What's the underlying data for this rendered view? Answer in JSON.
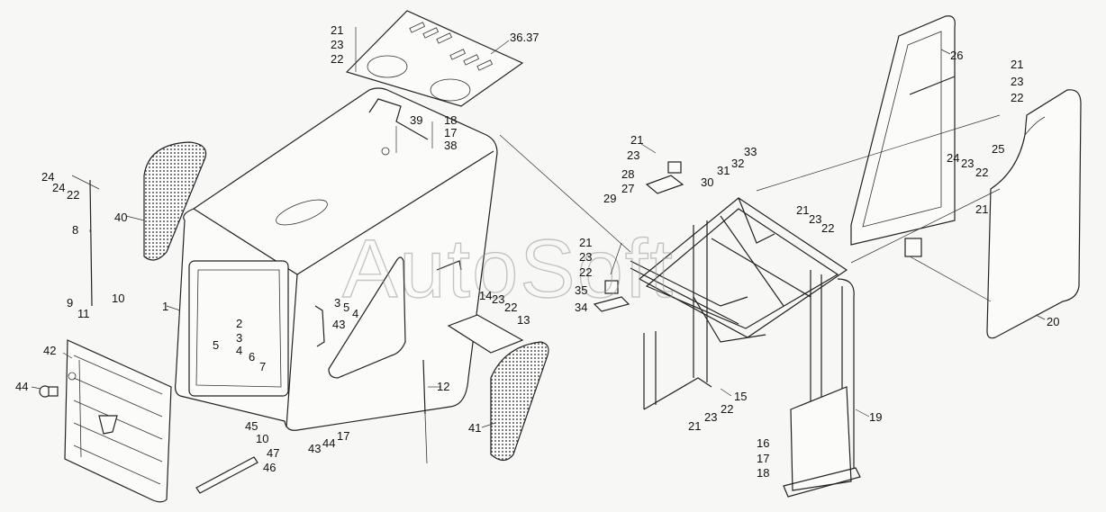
{
  "watermark": "AutoSoft",
  "callouts": [
    {
      "id": "c-21a",
      "text": "21"
    },
    {
      "id": "c-23a",
      "text": "23"
    },
    {
      "id": "c-22a",
      "text": "22"
    },
    {
      "id": "c-3637",
      "text": "36.37"
    },
    {
      "id": "c-39",
      "text": "39"
    },
    {
      "id": "c-18a",
      "text": "18"
    },
    {
      "id": "c-17a",
      "text": "17"
    },
    {
      "id": "c-38",
      "text": "38"
    },
    {
      "id": "c-24a",
      "text": "24"
    },
    {
      "id": "c-24b",
      "text": "24"
    },
    {
      "id": "c-22b",
      "text": "22"
    },
    {
      "id": "c-40",
      "text": "40"
    },
    {
      "id": "c-8",
      "text": "8"
    },
    {
      "id": "c-9",
      "text": "9"
    },
    {
      "id": "c-10a",
      "text": "10"
    },
    {
      "id": "c-11",
      "text": "11"
    },
    {
      "id": "c-1",
      "text": "1"
    },
    {
      "id": "c-2",
      "text": "2"
    },
    {
      "id": "c-3a",
      "text": "3"
    },
    {
      "id": "c-4a",
      "text": "4"
    },
    {
      "id": "c-5a",
      "text": "5"
    },
    {
      "id": "c-6",
      "text": "6"
    },
    {
      "id": "c-7",
      "text": "7"
    },
    {
      "id": "c-3b",
      "text": "3"
    },
    {
      "id": "c-5b",
      "text": "5"
    },
    {
      "id": "c-4b",
      "text": "4"
    },
    {
      "id": "c-43a",
      "text": "43"
    },
    {
      "id": "c-42",
      "text": "42"
    },
    {
      "id": "c-44a",
      "text": "44"
    },
    {
      "id": "c-45",
      "text": "45"
    },
    {
      "id": "c-10b",
      "text": "10"
    },
    {
      "id": "c-47",
      "text": "47"
    },
    {
      "id": "c-46",
      "text": "46"
    },
    {
      "id": "c-43b",
      "text": "43"
    },
    {
      "id": "c-44b",
      "text": "44"
    },
    {
      "id": "c-17b",
      "text": "17"
    },
    {
      "id": "c-14",
      "text": "14"
    },
    {
      "id": "c-23b",
      "text": "23"
    },
    {
      "id": "c-22c",
      "text": "22"
    },
    {
      "id": "c-13",
      "text": "13"
    },
    {
      "id": "c-12",
      "text": "12"
    },
    {
      "id": "c-41",
      "text": "41"
    },
    {
      "id": "c-26",
      "text": "26"
    },
    {
      "id": "c-21b",
      "text": "21"
    },
    {
      "id": "c-23c",
      "text": "23"
    },
    {
      "id": "c-22d",
      "text": "22"
    },
    {
      "id": "c-21c",
      "text": "21"
    },
    {
      "id": "c-23d",
      "text": "23"
    },
    {
      "id": "c-33",
      "text": "33"
    },
    {
      "id": "c-32",
      "text": "32"
    },
    {
      "id": "c-31",
      "text": "31"
    },
    {
      "id": "c-28",
      "text": "28"
    },
    {
      "id": "c-27",
      "text": "27"
    },
    {
      "id": "c-29",
      "text": "29"
    },
    {
      "id": "c-30",
      "text": "30"
    },
    {
      "id": "c-25",
      "text": "25"
    },
    {
      "id": "c-24c",
      "text": "24"
    },
    {
      "id": "c-23e",
      "text": "23"
    },
    {
      "id": "c-22e",
      "text": "22"
    },
    {
      "id": "c-21d",
      "text": "21"
    },
    {
      "id": "c-21e",
      "text": "21"
    },
    {
      "id": "c-23f",
      "text": "23"
    },
    {
      "id": "c-22f",
      "text": "22"
    },
    {
      "id": "c-21f",
      "text": "21"
    },
    {
      "id": "c-23g",
      "text": "23"
    },
    {
      "id": "c-22g",
      "text": "22"
    },
    {
      "id": "c-35",
      "text": "35"
    },
    {
      "id": "c-34",
      "text": "34"
    },
    {
      "id": "c-20",
      "text": "20"
    },
    {
      "id": "c-15",
      "text": "15"
    },
    {
      "id": "c-22h",
      "text": "22"
    },
    {
      "id": "c-23h",
      "text": "23"
    },
    {
      "id": "c-21g",
      "text": "21"
    },
    {
      "id": "c-19",
      "text": "19"
    },
    {
      "id": "c-16",
      "text": "16"
    },
    {
      "id": "c-17c",
      "text": "17"
    },
    {
      "id": "c-18b",
      "text": "18"
    }
  ]
}
